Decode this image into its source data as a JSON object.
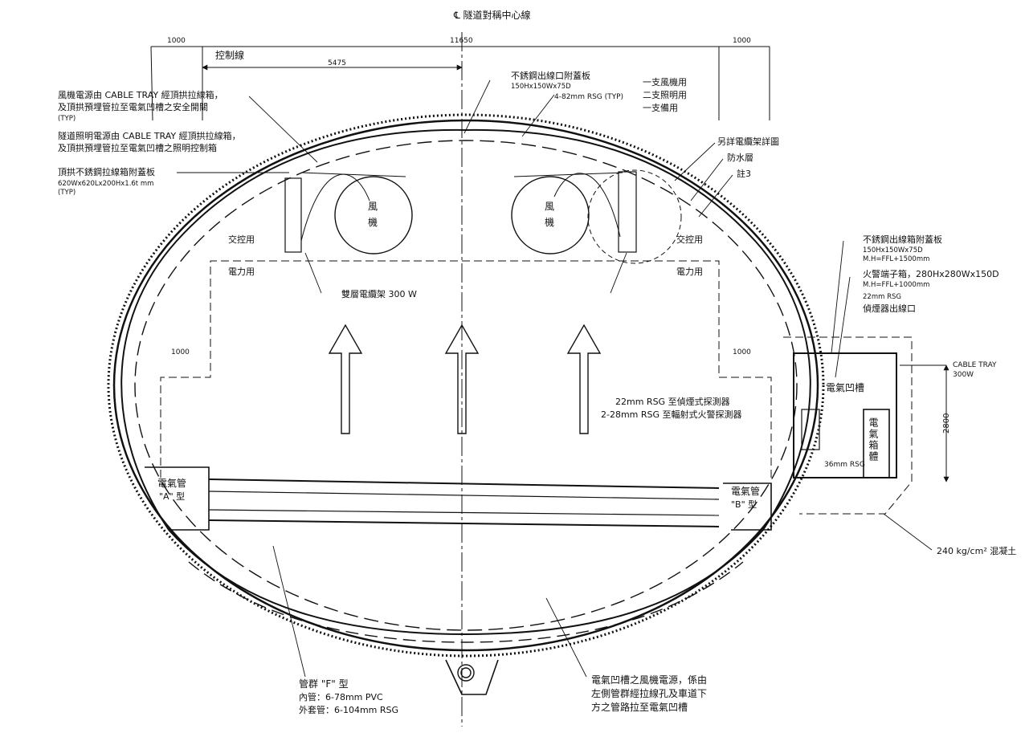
{
  "centerline": "℄ 隧道對稱中心線",
  "dims": {
    "left_1000": "1000",
    "span_11650": "11650",
    "right_1000": "1000",
    "control_line": "控制線",
    "d_5475": "5475",
    "tray_left_1000": "1000",
    "tray_right_1000": "1000",
    "d_2800": "2800"
  },
  "notes_left": {
    "fan_power_1": "風機電源由 CABLE TRAY 經頂拱拉線箱，",
    "fan_power_2": "及頂拱預埋管拉至電氣凹槽之安全開關",
    "fan_power_typ": "(TYP)",
    "light_power_1": "隧道照明電源由 CABLE TRAY 經頂拱拉線箱，",
    "light_power_2": "及頂拱預埋管拉至電氣凹槽之照明控制箱",
    "crown_box_1": "頂拱不銹鋼拉線箱附蓋板",
    "crown_box_2": "620Wx620Lx200Hx1.6t mm",
    "crown_box_typ": "(TYP)",
    "ac_left": "交控用",
    "power_left": "電力用"
  },
  "notes_top": {
    "outlet_cover": "不銹鋼出線口附蓋板",
    "outlet_size": "150Hx150Wx75D",
    "rsg": "4-82mm RSG (TYP)",
    "use_fan": "一支風機用",
    "use_light": "二支照明用",
    "use_spare": "一支備用"
  },
  "notes_right": {
    "tray_detail": "另詳電纜架詳圖",
    "waterproof": "防水層",
    "note3": "註3",
    "ac_right": "交控用",
    "power_right": "電力用",
    "outlet_box": "不銹鋼出線箱附蓋板",
    "outlet_box_size": "150Hx150Wx75D",
    "outlet_box_mh": "M.H=FFL+1500mm",
    "fire_box": "火警端子箱，280Hx280Wx150D",
    "fire_box_mh": "M.H=FFL+1000mm",
    "rsg22": "22mm RSG",
    "detector_outlet": "偵煙器出線口",
    "cable_tray": "CABLE TRAY",
    "cable_tray_w": "300W",
    "elec_niche": "電氣凹槽",
    "elec_cabinet": "電氣箱體",
    "rsg_smoke": "22mm RSG 至偵煙式探測器",
    "rsg_flame": "2-28mm RSG 至輻射式火警探測器",
    "rsg36": "36mm RSG",
    "concrete": "240 kg/cm² 混凝土"
  },
  "center": {
    "fan_left_1": "風",
    "fan_left_2": "機",
    "fan_right_1": "風",
    "fan_right_2": "機",
    "double_tray": "雙層電纜架 300 W"
  },
  "bottom": {
    "duct_a_1": "電氣管",
    "duct_a_2": "\"A\" 型",
    "duct_b_1": "電氣管",
    "duct_b_2": "\"B\" 型",
    "group_f": "管群 \"F\" 型",
    "inner": "內管：6-78mm PVC",
    "outer": "外套管：6-104mm RSG",
    "fan_power_1": "電氣凹槽之風機電源，係由",
    "fan_power_2": "左側管群經拉線孔及車道下",
    "fan_power_3": "方之管路拉至電氣凹槽"
  }
}
